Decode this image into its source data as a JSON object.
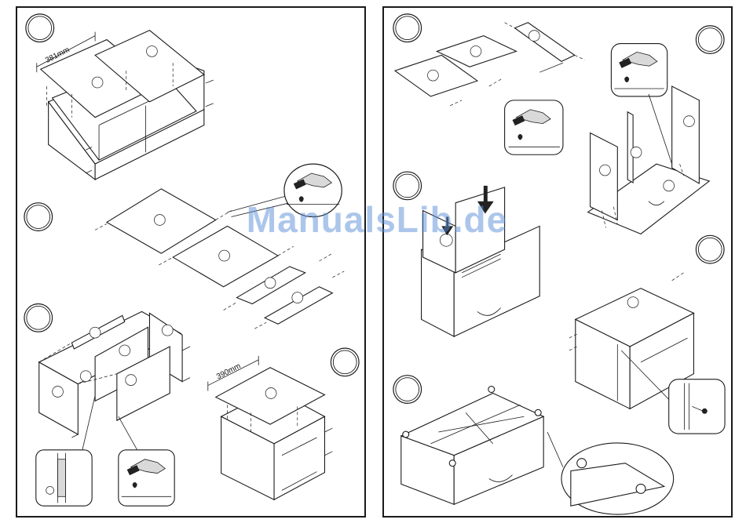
{
  "left_panel": {
    "dimension_top": "381mm",
    "dimension_bottom": "390mm"
  },
  "right_panel": {},
  "watermark": "ManualsLib.de",
  "icons": [
    "hammer-hand-icon",
    "step-circle-icon",
    "down-arrow-icon",
    "screw-icon",
    "cam-lock-icon"
  ]
}
